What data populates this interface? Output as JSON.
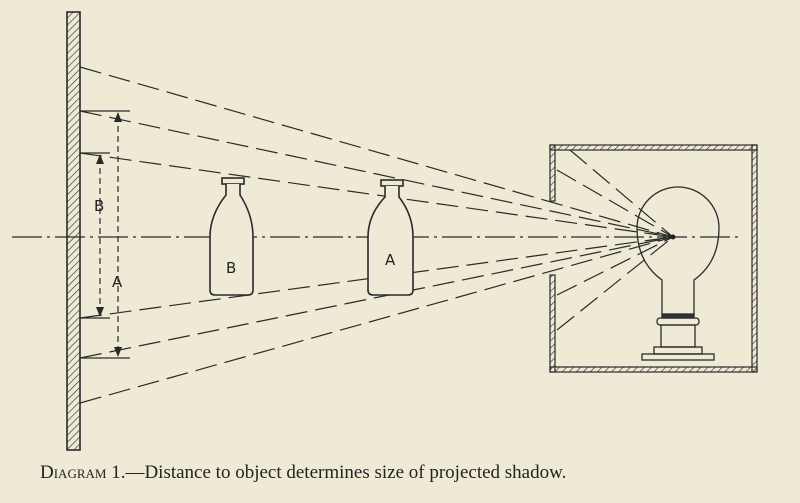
{
  "diagram": {
    "labels": {
      "shadow_b": "B",
      "shadow_a": "A",
      "bottle_b": "B",
      "bottle_a": "A"
    },
    "caption": {
      "prefix": "Diagram 1.",
      "text": "—Distance to object determines size of projected shadow."
    }
  }
}
